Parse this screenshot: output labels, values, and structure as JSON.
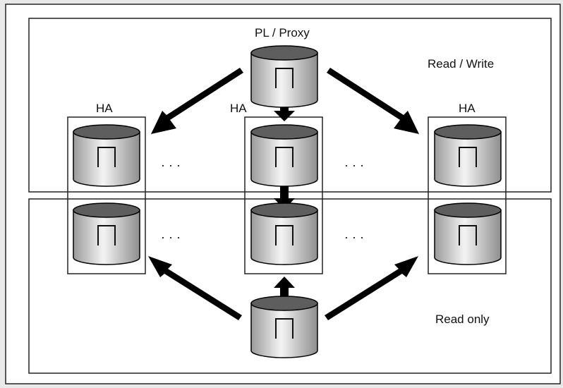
{
  "diagram": {
    "top_node_label": "PL / Proxy",
    "region_top_label": "Read / Write",
    "region_bottom_label": "Read only",
    "ha_labels": [
      "HA",
      "HA",
      "HA"
    ],
    "ellipsis": "·      ·      ·",
    "colors": {
      "page_background": "#e9e9e9",
      "frame_background": "#ffffff",
      "line": "#000000",
      "cylinder_top": "#5e5e5e",
      "arrow": "#000000"
    },
    "icons": [
      "database-cylinder-icon",
      "arrow-icon"
    ]
  }
}
